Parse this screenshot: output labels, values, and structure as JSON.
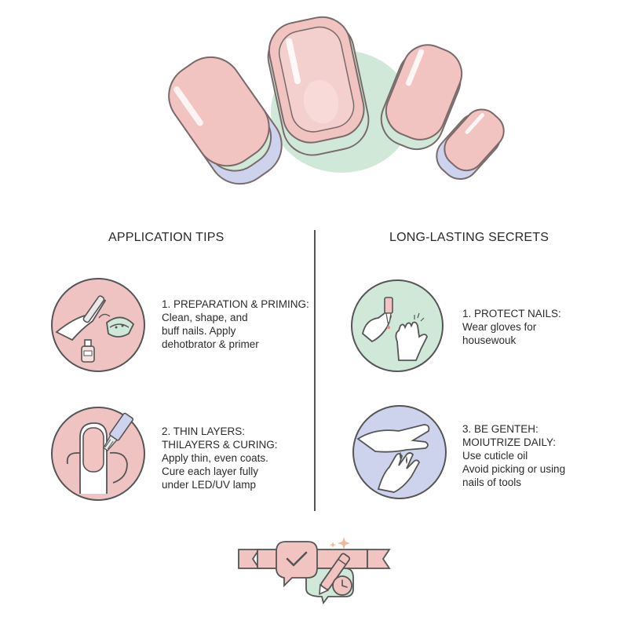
{
  "colors": {
    "nail_pink": "#f1c4c2",
    "nail_stroke": "#7a6a6a",
    "mint": "#cfe8d8",
    "lavender": "#cdd3ec",
    "pink_circle": "#f0c3c3"
  },
  "header": {
    "illustration": "nails-illustration"
  },
  "left_column": {
    "title": "APPLICATION TIPS",
    "tips": [
      {
        "icon": "nail-file-and-primer-icon",
        "lines": [
          "1. PREPARATION & PRIMING:",
          "Clean, shape, and",
          "buff nails. Apply",
          "dehotbrator & primer"
        ]
      },
      {
        "icon": "brush-thin-layers-icon",
        "lines": [
          "2. THIN LAYERS:",
          "THILAYERS & CURING:",
          "Apply thin, even coats.",
          "Cure each layer fully",
          "under LED/UV lamp"
        ]
      }
    ]
  },
  "right_column": {
    "title": "LONG-LASTING SECRETS",
    "tips": [
      {
        "icon": "gloves-and-oil-dropper-icon",
        "lines": [
          "1. PROTECT NAILS:",
          "Wear gloves for",
          "housewouk"
        ]
      },
      {
        "icon": "hands-cuticle-oil-icon",
        "lines": [
          "3. BE GENTEH:",
          "MOIUTRIZE DAILY:",
          "Use cuticle oil",
          "Avoid picking or using",
          "nails of tools"
        ]
      }
    ]
  },
  "footer": {
    "icons": [
      "ribbon-banner-icon",
      "checkmark-chat-bubble-icon",
      "sparkle-icon",
      "pen-icon",
      "clock-icon"
    ]
  }
}
